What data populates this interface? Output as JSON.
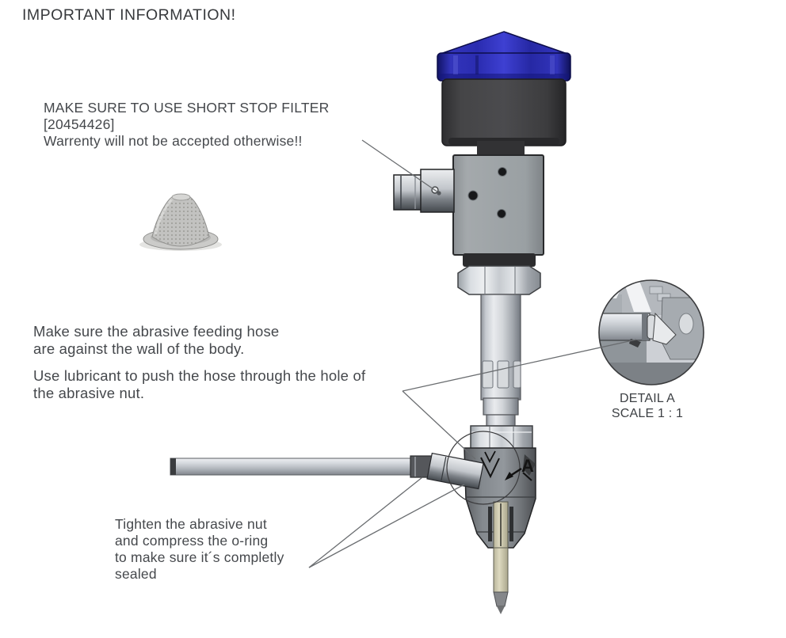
{
  "title": "IMPORTANT INFORMATION!",
  "annotations": {
    "filter_note": {
      "lines": [
        "MAKE SURE TO USE SHORT STOP FILTER",
        "[20454426]",
        "Warrenty will not be accepted otherwise!!"
      ]
    },
    "hose_note": {
      "lines": [
        "Make sure the abrasive feeding hose",
        "are against the wall of the body."
      ]
    },
    "lubricant_note": {
      "lines": [
        "Use lubricant to push the hose through the hole of",
        "the abrasive nut."
      ]
    },
    "tighten_note": {
      "lines": [
        "Tighten the abrasive nut",
        "and compress the o-ring",
        "to make sure it´s completly",
        "sealed"
      ]
    }
  },
  "detail_view": {
    "title": "DETAIL A",
    "scale": "SCALE 1 : 1",
    "callout_letter": "A"
  },
  "colors": {
    "cap_blue": "#2b2db4",
    "cap_blue_dark": "#121465",
    "canister_dark": "#434345",
    "dark_part": "#2c2c2e",
    "block_gray": "#9aa0a3",
    "metal_light": "#e9ebee",
    "metal_dark": "#777c83",
    "body_gray": "#7d8287",
    "nozzle_beige": "#d5d1b6",
    "detail_bg": "#cdd0d5",
    "leader_line": "#6a6d70",
    "text": "#45484c"
  }
}
